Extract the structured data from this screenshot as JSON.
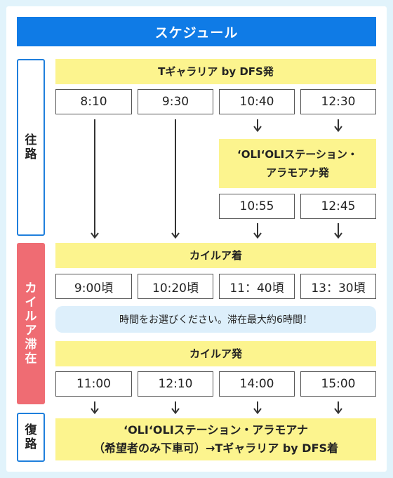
{
  "title": "スケジュール",
  "side": {
    "outbound": [
      "往",
      "路"
    ],
    "stay": [
      "カ",
      "イ",
      "ル",
      "ア",
      "滞",
      "在"
    ],
    "return": [
      "復",
      "路"
    ]
  },
  "outbound": {
    "depart_label": "Tギャラリア by DFS発",
    "depart_times": [
      "8:10",
      "9:30",
      "10:40",
      "12:30"
    ],
    "via_label_lines": [
      "‘OLI‘OLIステーション・",
      "アラモアナ発"
    ],
    "via_times": [
      "10:55",
      "12:45"
    ]
  },
  "arrival": {
    "label": "カイルア着",
    "times": [
      "9:00頃",
      "10:20頃",
      "11：40頃",
      "13：30頃"
    ]
  },
  "notice": "時間をお選びください。滞在最大約6時間！",
  "return": {
    "depart_label": "カイルア発",
    "times": [
      "11:00",
      "12:10",
      "14:00",
      "15:00"
    ],
    "dest_lines": [
      "‘OLI‘OLIステーション・アラモアナ",
      "（希望者のみ下車可）→Tギャラリア by DFS着"
    ]
  }
}
